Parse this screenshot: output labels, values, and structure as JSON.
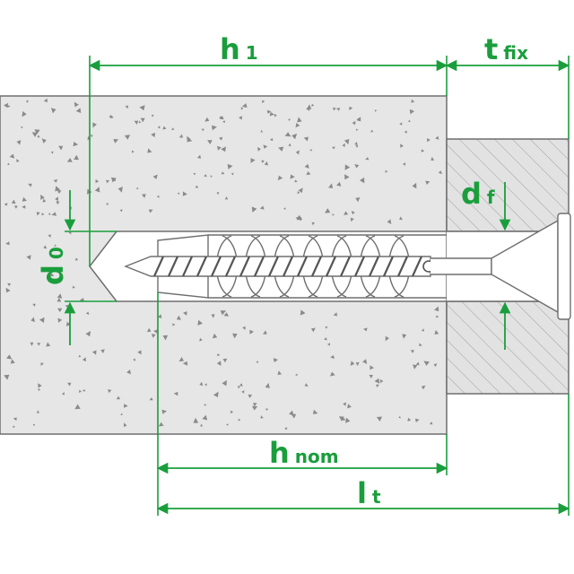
{
  "labels": {
    "h1": {
      "main": "h",
      "sub": "1"
    },
    "tfix": {
      "main": "t",
      "sub": "fix"
    },
    "df": {
      "main": "d",
      "sub": "f"
    },
    "d0": {
      "main": "d",
      "sub": "0"
    },
    "hnom": {
      "main": "h",
      "sub": "nom"
    },
    "lt": {
      "main": "l",
      "sub": "t"
    }
  },
  "colors": {
    "dimension": "#1a9e3c",
    "concrete": "#e6e6e6",
    "fixture": "#e2e2e2",
    "outline": "#6e6e6e",
    "speckle": "#8a8a8a",
    "hatch": "#9a9a9a"
  }
}
